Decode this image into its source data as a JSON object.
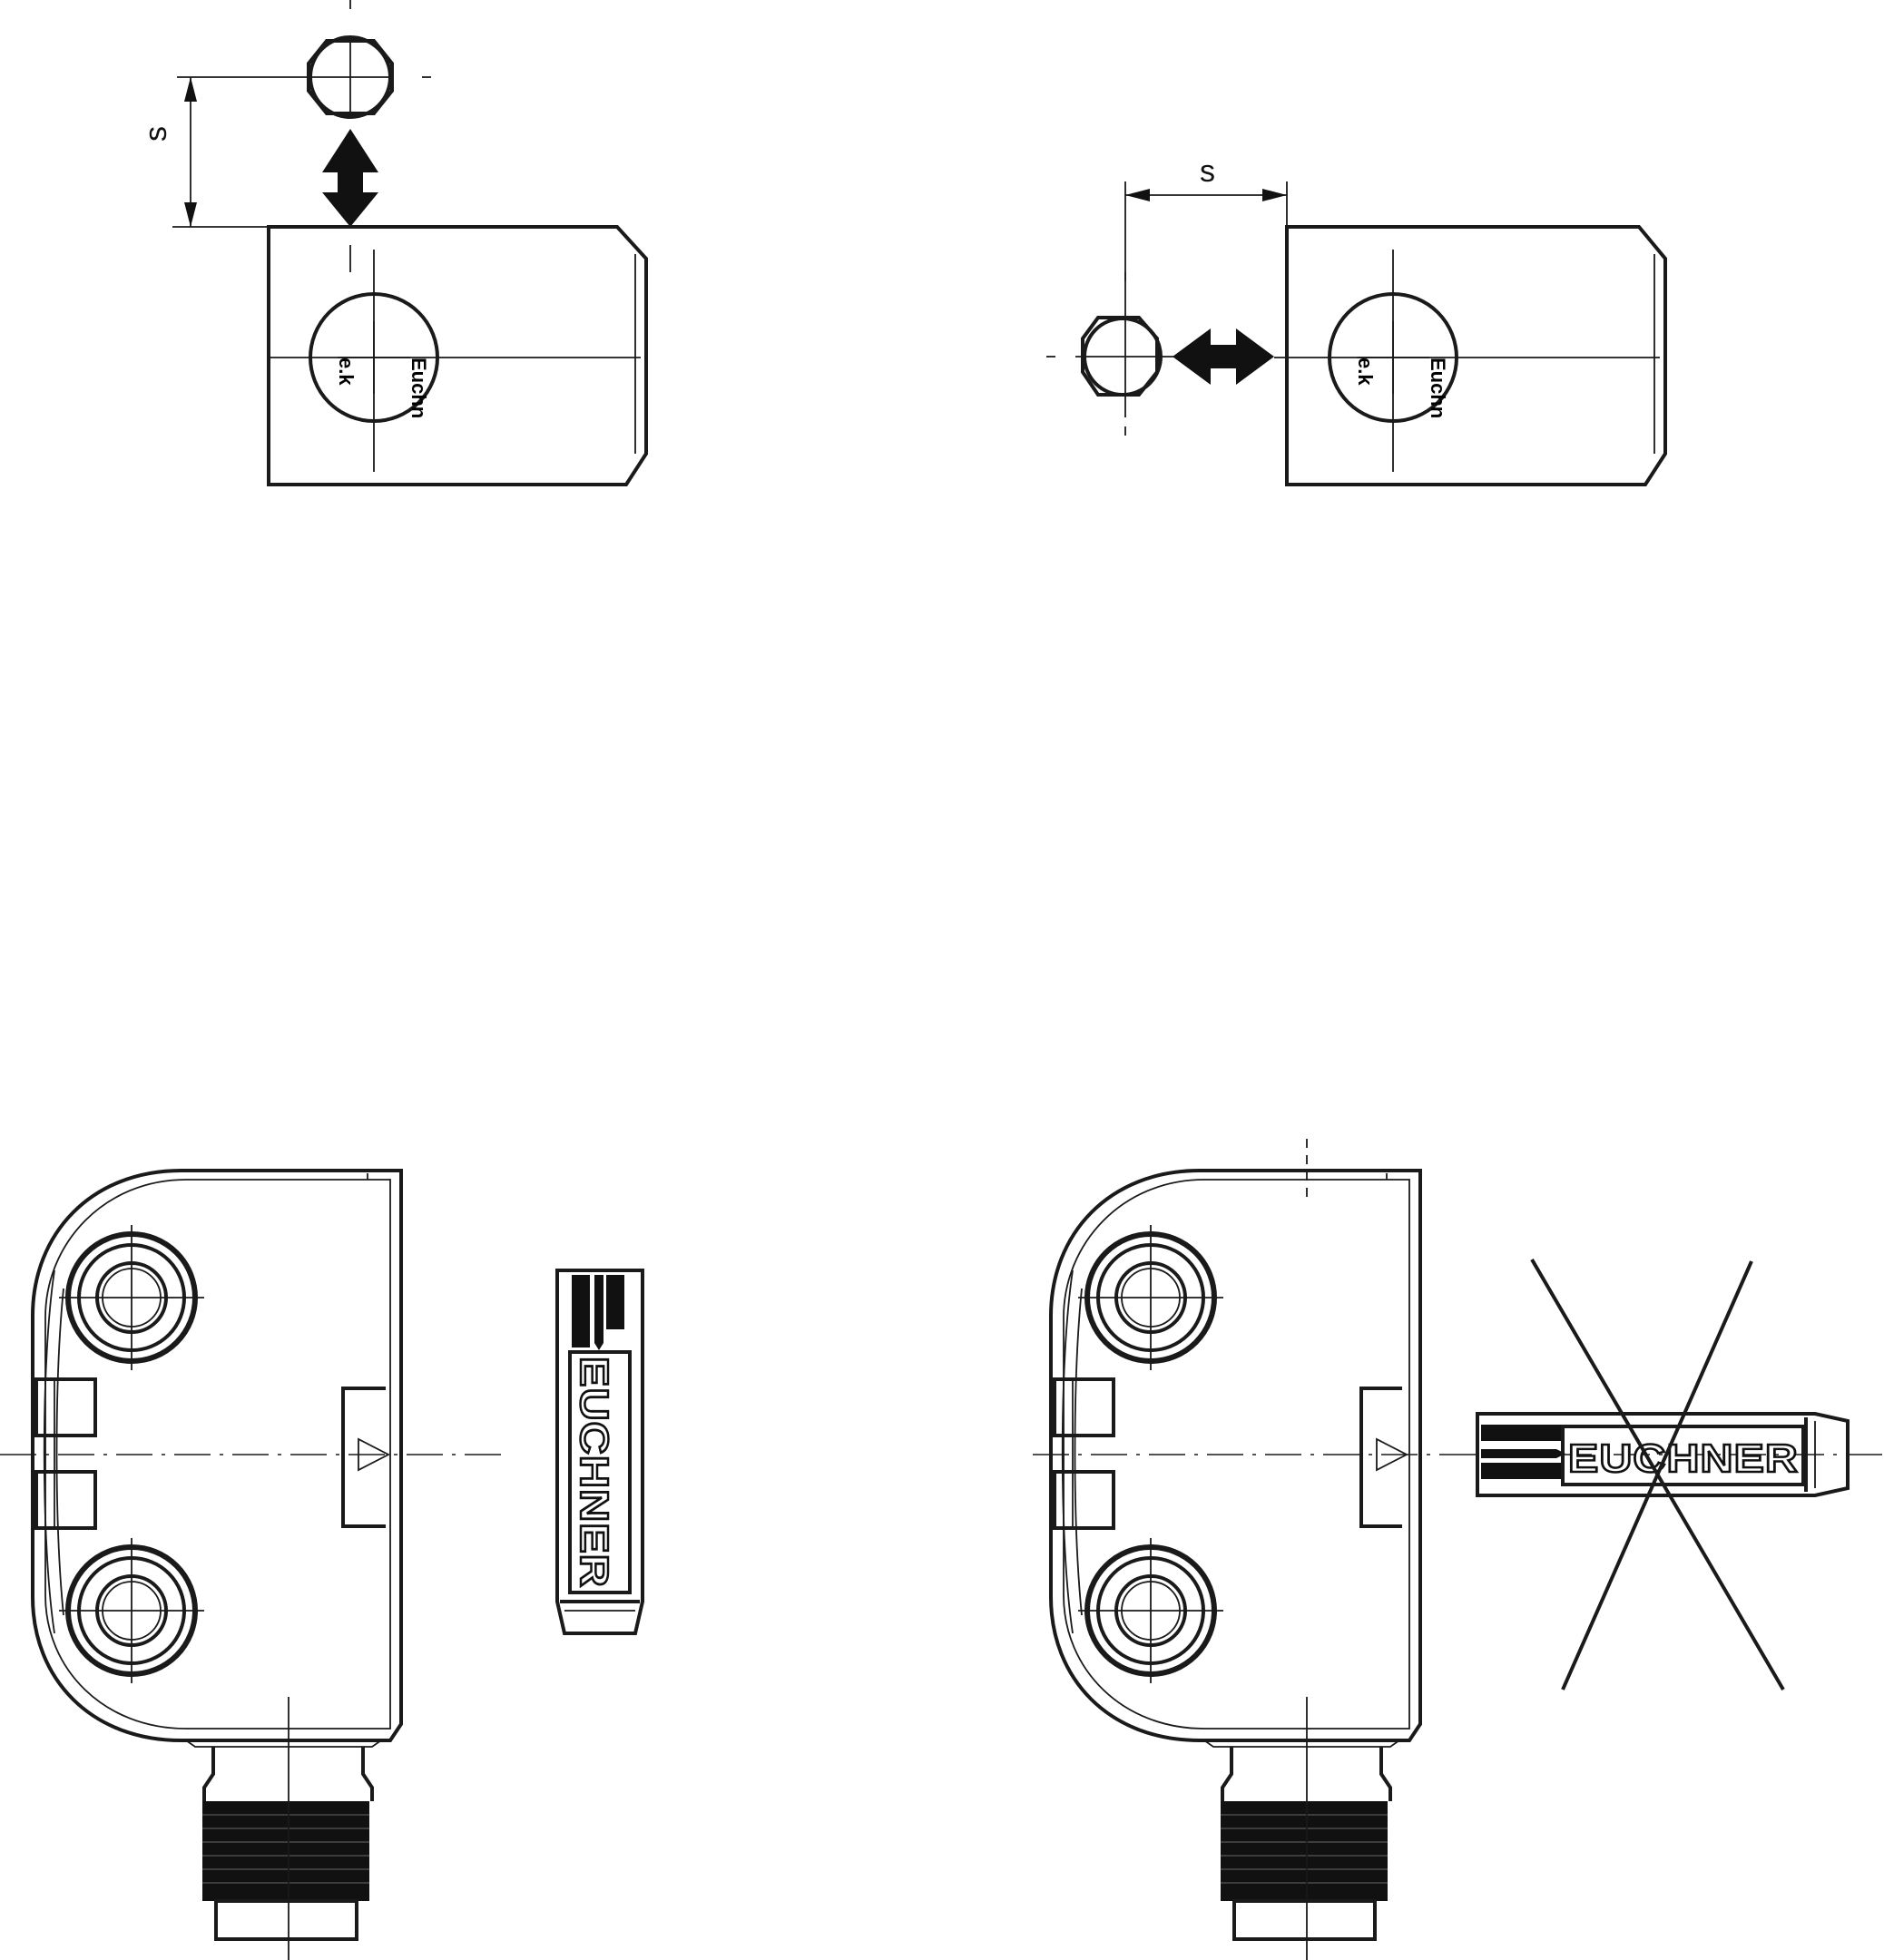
{
  "labels": {
    "distance_vertical": "s",
    "distance_horizontal": "s"
  },
  "brand": {
    "actuator_text_upright": "EUCHNER",
    "actuator_text_crossed": "EUCHNER"
  },
  "colors": {
    "line": "#1a1a1a",
    "background": "#ffffff"
  }
}
